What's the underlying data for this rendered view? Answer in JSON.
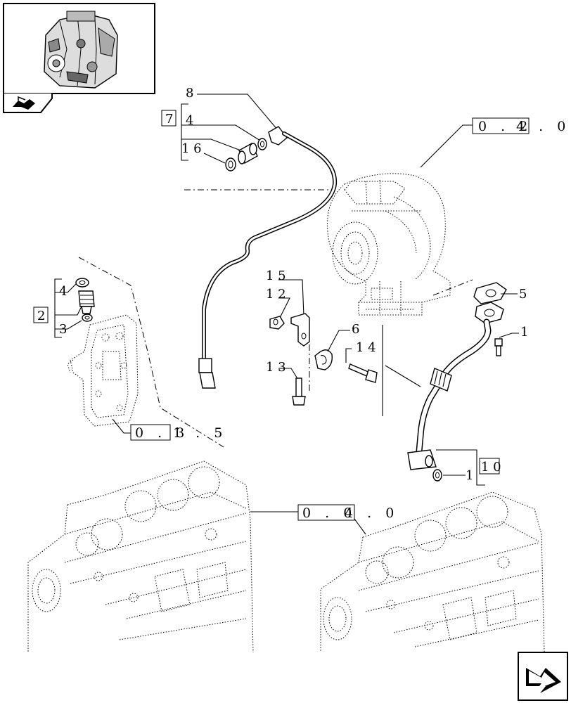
{
  "labels": {
    "item_8": "8",
    "item_7": "7",
    "item_4_top": "4",
    "item_16": "1 6",
    "ref_0240_box": "0 . 2",
    "ref_0240_tail": "4 . 0",
    "item_4_left": "4",
    "item_2": "2",
    "item_3": "3",
    "ref_0315_box": "0 . 3",
    "ref_0315_tail": "1 . 5",
    "item_15": "1 5",
    "item_12": "1 2",
    "item_6": "6",
    "item_14": "1 4",
    "item_13": "1 3",
    "item_5": "5",
    "item_1_right": "1",
    "item_1_bottom": "1",
    "item_10_box": "1 0",
    "ref_0040_box": "0 . 0",
    "ref_0040_tail": "4 . 0"
  },
  "icons": {
    "thumbnail": "engine-thumbnail-icon",
    "book_nav": "book-arrow-icon",
    "next_page": "next-page-arrow-icon"
  }
}
